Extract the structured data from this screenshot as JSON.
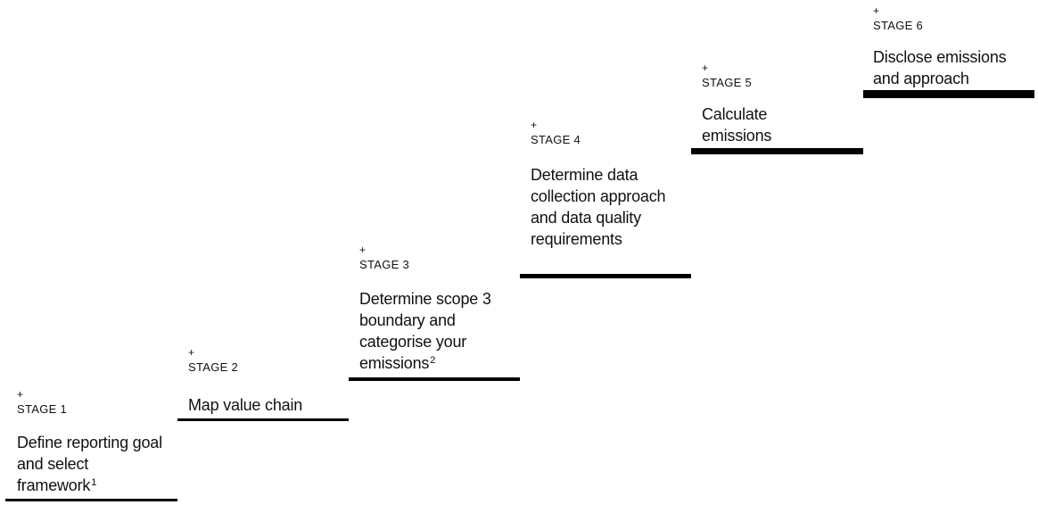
{
  "stages": [
    {
      "plus": "+",
      "label": "STAGE 1",
      "title": "Define reporting goal and select framework",
      "footnote": "1"
    },
    {
      "plus": "+",
      "label": "STAGE 2",
      "title": "Map value chain",
      "footnote": ""
    },
    {
      "plus": "+",
      "label": "STAGE 3",
      "title": "Determine scope 3 boundary and categorise your emissions",
      "footnote": "2"
    },
    {
      "plus": "+",
      "label": "STAGE 4",
      "title": "Determine data collection approach and data quality requirements",
      "footnote": ""
    },
    {
      "plus": "+",
      "label": "STAGE 5",
      "title": "Calculate emissions",
      "footnote": ""
    },
    {
      "plus": "+",
      "label": "STAGE 6",
      "title": "Disclose emissions and approach",
      "footnote": ""
    }
  ]
}
